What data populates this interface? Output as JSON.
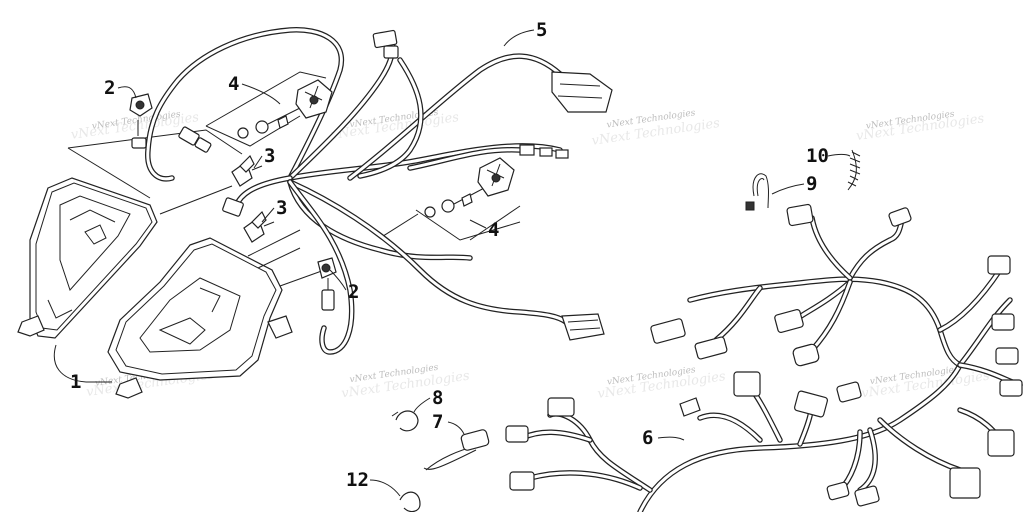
{
  "diagram": {
    "callouts": {
      "c1": "1",
      "c2a": "2",
      "c2b": "2",
      "c3a": "3",
      "c3b": "3",
      "c4a": "4",
      "c4b": "4",
      "c5": "5",
      "c6": "6",
      "c7": "7",
      "c8": "8",
      "c9": "9",
      "c10": "10",
      "c12": "12"
    },
    "watermark": "vNext Technologies"
  }
}
